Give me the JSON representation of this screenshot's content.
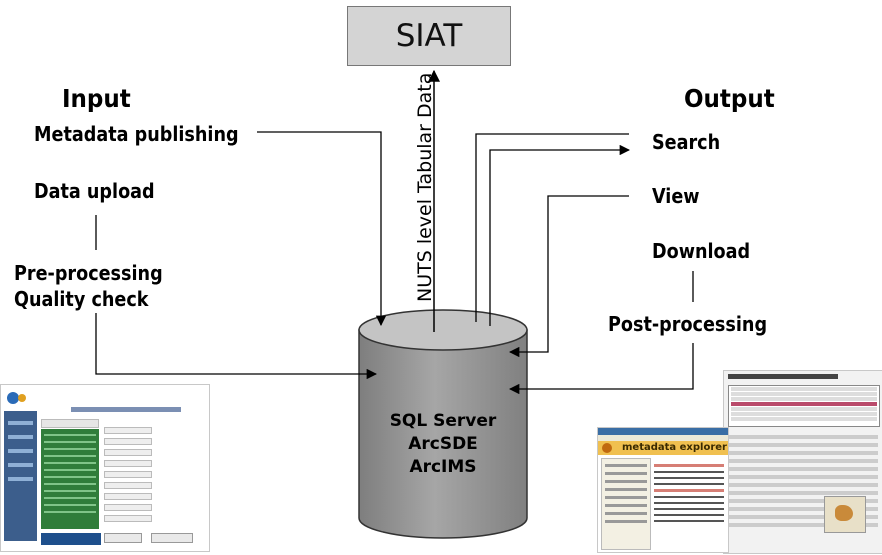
{
  "siat": {
    "label": "SIAT"
  },
  "input": {
    "heading": "Input",
    "items": [
      "Metadata publishing",
      "Data upload",
      "Pre-processing",
      "Quality check"
    ]
  },
  "output": {
    "heading": "Output",
    "items": [
      "Search",
      "View",
      "Download",
      "Post-processing"
    ]
  },
  "vertical_label": "NUTS level Tabular Data",
  "database": {
    "lines": [
      "SQL Server",
      "ArcSDE",
      "ArcIMS"
    ]
  },
  "thumbnails": {
    "metadata_explorer_title": "metadata explorer"
  },
  "colors": {
    "siat_fill": "#d4d4d4",
    "cylinder_body": "#a0a0a0",
    "cylinder_top": "#c4c4c4",
    "line": "#000000"
  }
}
